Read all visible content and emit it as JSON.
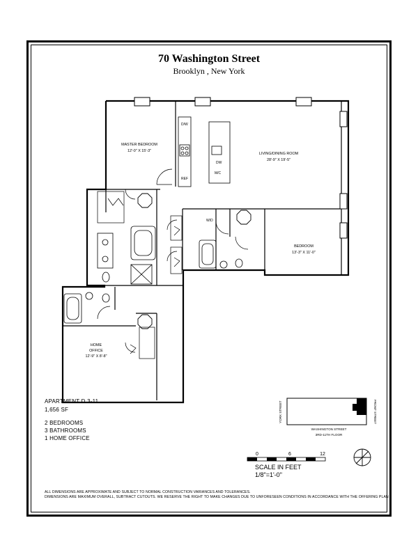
{
  "title": "70 Washington Street",
  "subtitle": "Brooklyn , New York",
  "rooms": {
    "master_bedroom": {
      "name": "MASTER BEDROOM",
      "dims": "12'-0\" X 15'-3\""
    },
    "living_dining": {
      "name": "LIVING/DINING ROOM",
      "dims": "28'-9\" X 19'-5\""
    },
    "bedroom": {
      "name": "BEDROOM",
      "dims": "13'-3\" X 11'-0\""
    },
    "home_office": {
      "name_line1": "HOME",
      "name_line2": "OFFICE",
      "dims": "12'-9\" X 8'-8\""
    }
  },
  "kitchen_labels": {
    "dw": "D/W",
    "ref": "REF",
    "dsh": "DW",
    "mwc": "M/C",
    "wd": "W/D"
  },
  "apartment": {
    "name": "APARTMENT D 3-11",
    "area": "1,656 SF",
    "bedrooms": "2 BEDROOMS",
    "bathrooms": "3 BATHROOMS",
    "office": "1 HOME OFFICE"
  },
  "key_plan": {
    "left_street": "YORK STREET",
    "right_street": "FRONT STREET",
    "bottom_street": "WASHINGTON STREET",
    "floor": "3RD-11TH FLOOR"
  },
  "scale": {
    "ticks": [
      "0",
      "6",
      "12"
    ],
    "label": "SCALE IN FEET",
    "ratio": "1/8\"=1'-0\""
  },
  "disclaimer": {
    "line1": "ALL DIMENSIONS ARE APPROXIMATE AND SUBJECT TO NORMAL CONSTRUCTION VARIANCES AND TOLERANCES.",
    "line2": "DIMENSIONS ARE MAXIMUM OVERALL, SUBTRACT CUTOUTS.  WE RESERVE THE RIGHT TO MAKE CHANGES DUE TO UNFORESEEN CONDITIONS IN ACCORDANCE WITH THE OFFERING PLAN"
  }
}
